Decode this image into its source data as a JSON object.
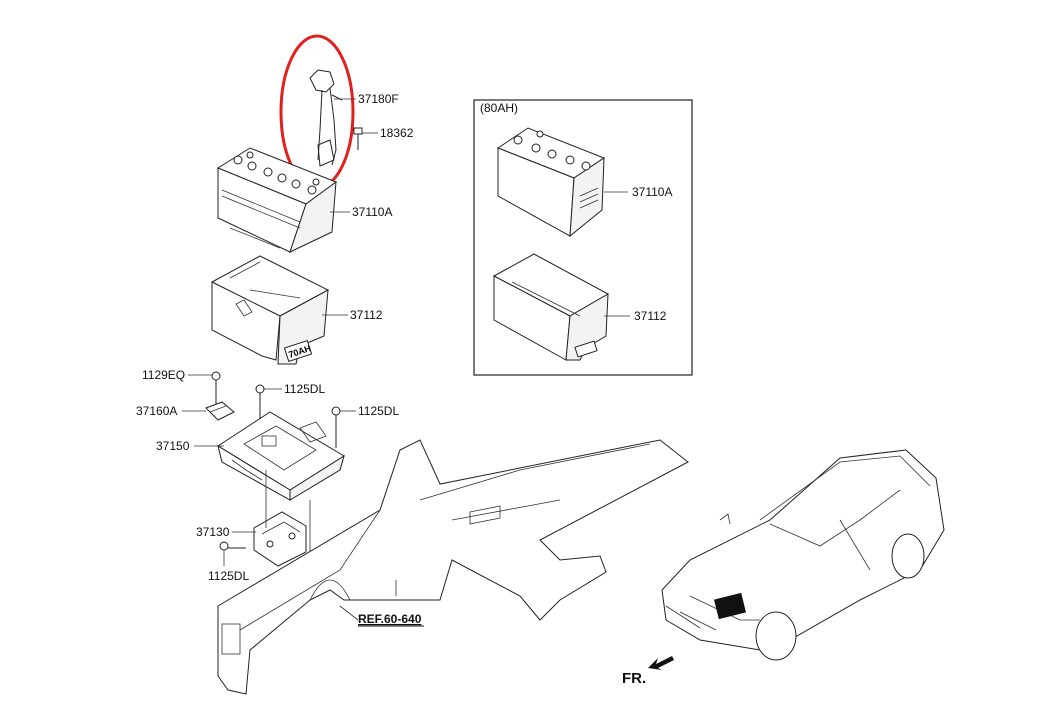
{
  "labels": {
    "p37180F": "37180F",
    "p18362": "18362",
    "p37110A": "37110A",
    "p37112": "37112",
    "p1129EQ": "1129EQ",
    "p1125DL_a": "1125DL",
    "p37160A": "37160A",
    "p1125DL_b": "1125DL",
    "p37150": "37150",
    "p37130": "37130",
    "p1125DL_c": "1125DL",
    "ref": "REF.60-640",
    "fr": "FR."
  },
  "inset": {
    "title": "(80AH)",
    "p37110A": "37110A",
    "p37112": "37112"
  },
  "battery_marking": "70AH",
  "highlight_color": "#e0201c"
}
